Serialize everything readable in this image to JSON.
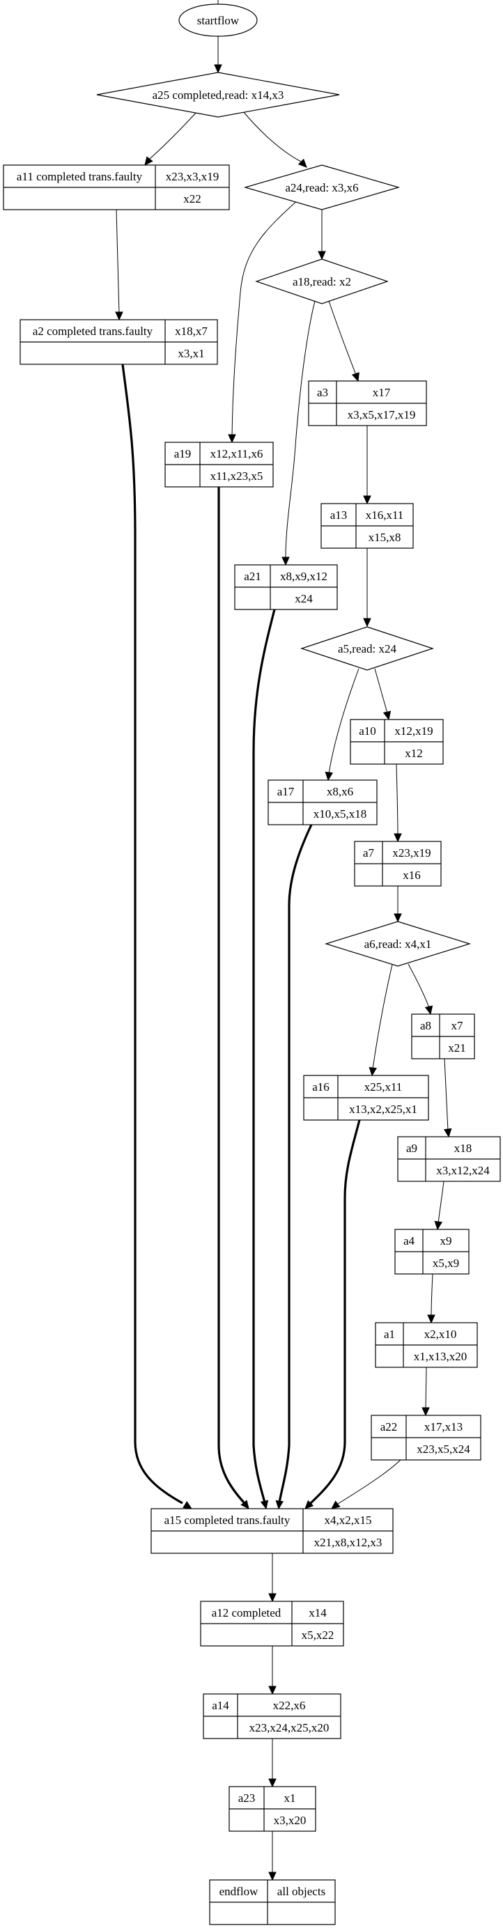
{
  "diagram": {
    "title": "Workflow graph",
    "start": {
      "id": "startflow",
      "label": "startflow"
    },
    "decisions": [
      {
        "id": "a25",
        "label": "a25 completed,read: x14,x3"
      },
      {
        "id": "a24",
        "label": "a24,read: x3,x6"
      },
      {
        "id": "a18",
        "label": "a18,read: x2"
      },
      {
        "id": "a5",
        "label": "a5,read: x24"
      },
      {
        "id": "a6",
        "label": "a6,read: x4,x1"
      }
    ],
    "activities": [
      {
        "id": "a11",
        "name": "a11  completed trans.faulty",
        "top": "x23,x3,x19",
        "bottom": "x22"
      },
      {
        "id": "a2",
        "name": "a2  completed trans.faulty",
        "top": "x18,x7",
        "bottom": "x3,x1"
      },
      {
        "id": "a3",
        "name": "a3",
        "top": "x17",
        "bottom": "x3,x5,x17,x19"
      },
      {
        "id": "a19",
        "name": "a19",
        "top": "x12,x11,x6",
        "bottom": "x11,x23,x5"
      },
      {
        "id": "a13",
        "name": "a13",
        "top": "x16,x11",
        "bottom": "x15,x8"
      },
      {
        "id": "a21",
        "name": "a21",
        "top": "x8,x9,x12",
        "bottom": "x24"
      },
      {
        "id": "a10",
        "name": "a10",
        "top": "x12,x19",
        "bottom": "x12"
      },
      {
        "id": "a17",
        "name": "a17",
        "top": "x8,x6",
        "bottom": "x10,x5,x18"
      },
      {
        "id": "a7",
        "name": "a7",
        "top": "x23,x19",
        "bottom": "x16"
      },
      {
        "id": "a8",
        "name": "a8",
        "top": "x7",
        "bottom": "x21"
      },
      {
        "id": "a16",
        "name": "a16",
        "top": "x25,x11",
        "bottom": "x13,x2,x25,x1"
      },
      {
        "id": "a9",
        "name": "a9",
        "top": "x18",
        "bottom": "x3,x12,x24"
      },
      {
        "id": "a4",
        "name": "a4",
        "top": "x9",
        "bottom": "x5,x9"
      },
      {
        "id": "a1",
        "name": "a1",
        "top": "x2,x10",
        "bottom": "x1,x13,x20"
      },
      {
        "id": "a22",
        "name": "a22",
        "top": "x17,x13",
        "bottom": "x23,x5,x24"
      },
      {
        "id": "a15",
        "name": "a15  completed trans.faulty",
        "top": "x4,x2,x15",
        "bottom": "x21,x8,x12,x3"
      },
      {
        "id": "a12",
        "name": "a12  completed",
        "top": "x14",
        "bottom": "x5,x22"
      },
      {
        "id": "a14",
        "name": "a14",
        "top": "x22,x6",
        "bottom": "x23,x24,x25,x20"
      },
      {
        "id": "a23",
        "name": "a23",
        "top": "x1",
        "bottom": "x3,x20"
      },
      {
        "id": "endflow",
        "name": "endflow",
        "top": "all objects",
        "bottom": ""
      }
    ],
    "edges": [
      {
        "from": "startflow",
        "to": "a25",
        "style": "normal"
      },
      {
        "from": "a25",
        "to": "a11",
        "style": "normal"
      },
      {
        "from": "a25",
        "to": "a24",
        "style": "normal"
      },
      {
        "from": "a11",
        "to": "a2",
        "style": "normal"
      },
      {
        "from": "a24",
        "to": "a19",
        "style": "normal"
      },
      {
        "from": "a24",
        "to": "a18",
        "style": "normal"
      },
      {
        "from": "a18",
        "to": "a21",
        "style": "normal"
      },
      {
        "from": "a18",
        "to": "a3",
        "style": "normal"
      },
      {
        "from": "a3",
        "to": "a13",
        "style": "normal"
      },
      {
        "from": "a13",
        "to": "a5",
        "style": "normal"
      },
      {
        "from": "a5",
        "to": "a17",
        "style": "normal"
      },
      {
        "from": "a5",
        "to": "a10",
        "style": "normal"
      },
      {
        "from": "a10",
        "to": "a7",
        "style": "normal"
      },
      {
        "from": "a7",
        "to": "a6",
        "style": "normal"
      },
      {
        "from": "a6",
        "to": "a16",
        "style": "normal"
      },
      {
        "from": "a6",
        "to": "a8",
        "style": "normal"
      },
      {
        "from": "a8",
        "to": "a9",
        "style": "normal"
      },
      {
        "from": "a9",
        "to": "a4",
        "style": "normal"
      },
      {
        "from": "a4",
        "to": "a1",
        "style": "normal"
      },
      {
        "from": "a1",
        "to": "a22",
        "style": "normal"
      },
      {
        "from": "a2",
        "to": "a15",
        "style": "bold"
      },
      {
        "from": "a19",
        "to": "a15",
        "style": "bold"
      },
      {
        "from": "a21",
        "to": "a15",
        "style": "bold"
      },
      {
        "from": "a17",
        "to": "a15",
        "style": "bold"
      },
      {
        "from": "a16",
        "to": "a15",
        "style": "bold"
      },
      {
        "from": "a22",
        "to": "a15",
        "style": "normal"
      },
      {
        "from": "a15",
        "to": "a12",
        "style": "normal"
      },
      {
        "from": "a12",
        "to": "a14",
        "style": "normal"
      },
      {
        "from": "a14",
        "to": "a23",
        "style": "normal"
      },
      {
        "from": "a23",
        "to": "endflow",
        "style": "normal"
      }
    ]
  }
}
